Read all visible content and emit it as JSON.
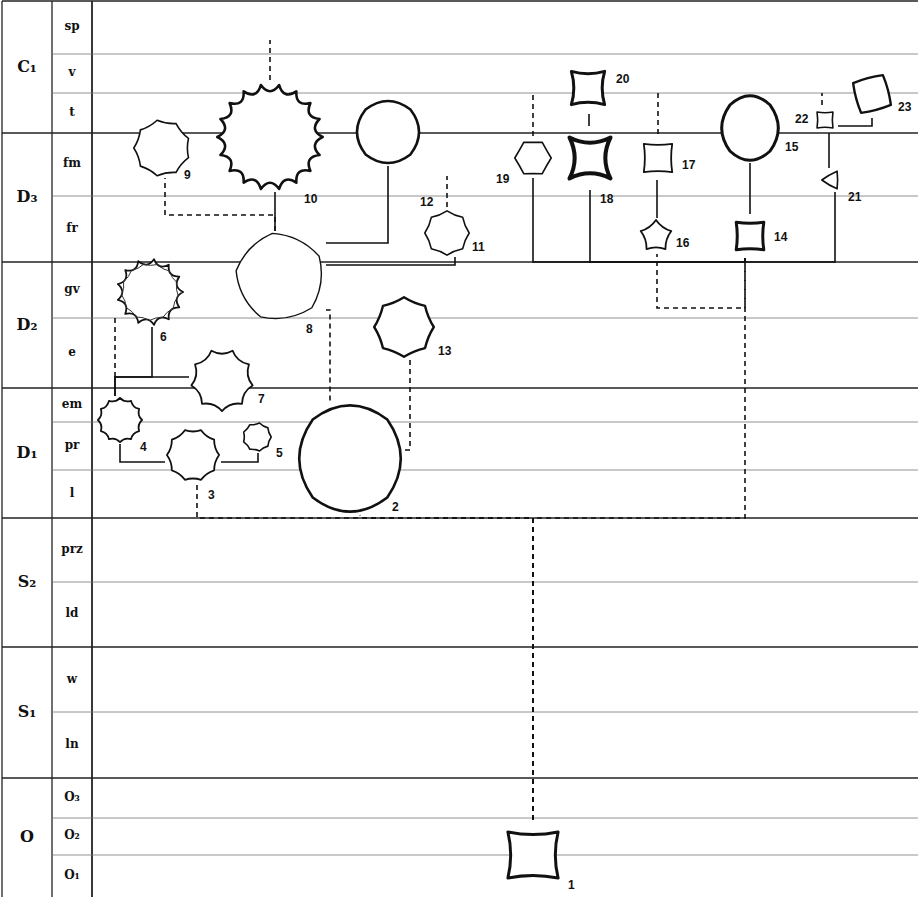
{
  "diagram": {
    "nodes": [
      {
        "text": [
          "1"
        ]
      },
      {
        "text": [
          "2"
        ]
      },
      {
        "text": [
          "3"
        ]
      },
      {
        "text": [
          "4"
        ]
      },
      {
        "text": [
          "5"
        ]
      },
      {
        "text": [
          "6"
        ]
      },
      {
        "text": [
          "7"
        ]
      },
      {
        "text": [
          "8"
        ]
      },
      {
        "text": [
          "9"
        ]
      },
      {
        "text": [
          "10"
        ]
      },
      {
        "text": [
          "11"
        ]
      },
      {
        "text": [
          "12"
        ]
      },
      {
        "text": [
          "13"
        ]
      },
      {
        "text": [
          "14"
        ]
      },
      {
        "text": [
          "15"
        ]
      },
      {
        "text": [
          "16"
        ]
      },
      {
        "text": [
          "17"
        ]
      },
      {
        "text": [
          "18"
        ]
      },
      {
        "text": [
          "19"
        ]
      },
      {
        "text": [
          "20"
        ]
      },
      {
        "text": [
          "21"
        ]
      },
      {
        "text": [
          "22"
        ]
      },
      {
        "text": [
          "23"
        ]
      }
    ],
    "edges": [
      {
        "from": 0,
        "to": 2,
        "arrow": "none"
      },
      {
        "from": 0,
        "to": 1,
        "arrow": "none"
      },
      {
        "from": 0,
        "to": 13,
        "arrow": "none"
      },
      {
        "from": 2,
        "to": 3,
        "arrow": "none"
      },
      {
        "from": 2,
        "to": 4,
        "arrow": "none"
      },
      {
        "from": 3,
        "to": 6,
        "arrow": "none"
      },
      {
        "from": 3,
        "to": 5,
        "arrow": "none"
      },
      {
        "from": 1,
        "to": 7,
        "arrow": "none"
      },
      {
        "from": 1,
        "to": 12,
        "arrow": "none"
      },
      {
        "from": 7,
        "to": 8,
        "arrow": "none"
      },
      {
        "from": 7,
        "to": 9,
        "arrow": "none"
      },
      {
        "from": 7,
        "to": 11,
        "arrow": "none"
      },
      {
        "from": 7,
        "to": 10,
        "arrow": "none"
      },
      {
        "from": 13,
        "to": 15,
        "arrow": "none"
      },
      {
        "from": 13,
        "to": 18,
        "arrow": "none"
      },
      {
        "from": 13,
        "to": 17,
        "arrow": "none"
      },
      {
        "from": 13,
        "to": 20,
        "arrow": "none"
      },
      {
        "from": 13,
        "to": 14,
        "arrow": "none"
      },
      {
        "from": 15,
        "to": 16,
        "arrow": "none"
      },
      {
        "from": 17,
        "to": 19,
        "arrow": "none"
      },
      {
        "from": 20,
        "to": 21,
        "arrow": "none"
      },
      {
        "from": 21,
        "to": 22,
        "arrow": "none"
      }
    ],
    "labels": [
      "C₁",
      "sp",
      "v",
      "t",
      "D₃",
      "fm",
      "fr",
      "D₂",
      "gv",
      "e",
      "D₁",
      "em",
      "pr",
      "l",
      "S₂",
      "prz",
      "ld",
      "S₁",
      "w",
      "ln",
      "O",
      "O₃",
      "O₂",
      "O₁"
    ]
  }
}
